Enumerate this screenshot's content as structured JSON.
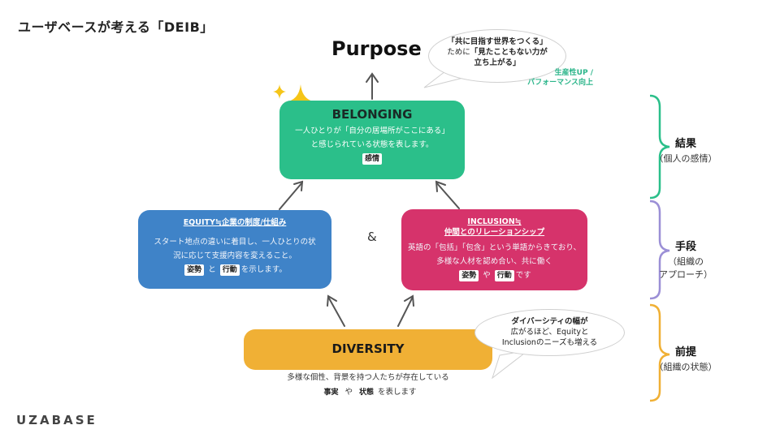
{
  "page_title": "ユーザベースが考える「DEIB」",
  "purpose": {
    "title": "Purpose",
    "bubble_line1": "「共に目指す世界をつくる」",
    "bubble_line2_pre": "ために",
    "bubble_line2_bold": "「見たこともない力が",
    "bubble_line3": "立ち上がる」",
    "productivity_line1": "生産性UP /",
    "productivity_line2": "パフォーマンス向上"
  },
  "belonging": {
    "title": "BELONGING",
    "line1": "一人ひとりが「自分の居場所がここにある」",
    "line2": "と感じられている状態を表します。",
    "tag": "感情"
  },
  "equity": {
    "title": "EQUITY≒企業の制度/仕組み",
    "line1": "スタート地点の違いに着目し、一人ひとりの状",
    "line2": "況に応じて支援内容を変えること。",
    "tag1": "姿勢",
    "connector": "と",
    "tag2": "行動",
    "suffix": "を示します。"
  },
  "ampersand": "&",
  "inclusion": {
    "title_line1": "INCLUSION≒",
    "title_line2": "仲間とのリレーションシップ",
    "line1": "英語の「包括」「包含」という単語からきており、",
    "line2": "多様な人材を認め合い、共に働く",
    "tag1": "姿勢",
    "connector": "や",
    "tag2": "行動",
    "suffix": "です"
  },
  "diversity": {
    "title": "DIVERSITY",
    "line1": "多様な個性、背景を持つ人たちが存在している",
    "tag1": "事実",
    "connector": "や",
    "tag2": "状態",
    "suffix": "を表します",
    "bubble_line1": "ダイバーシティの幅が",
    "bubble_line2": "広がるほど、Equityと",
    "bubble_line3": "Inclusionのニーズも増える"
  },
  "side_labels": {
    "result_main": "結果",
    "result_sub": "（個人の感情）",
    "means_main": "手段",
    "means_sub1": "（組織の",
    "means_sub2": "アプローチ）",
    "premise_main": "前提",
    "premise_sub": "（組織の状態）"
  },
  "colors": {
    "belonging": "#2bbf8a",
    "equity": "#3f83c8",
    "inclusion": "#d6336b",
    "diversity": "#f0b035",
    "bracket_result": "#2bbf8a",
    "bracket_means": "#9b8fd6",
    "bracket_premise": "#f0b035"
  },
  "logo": "UZABASE"
}
